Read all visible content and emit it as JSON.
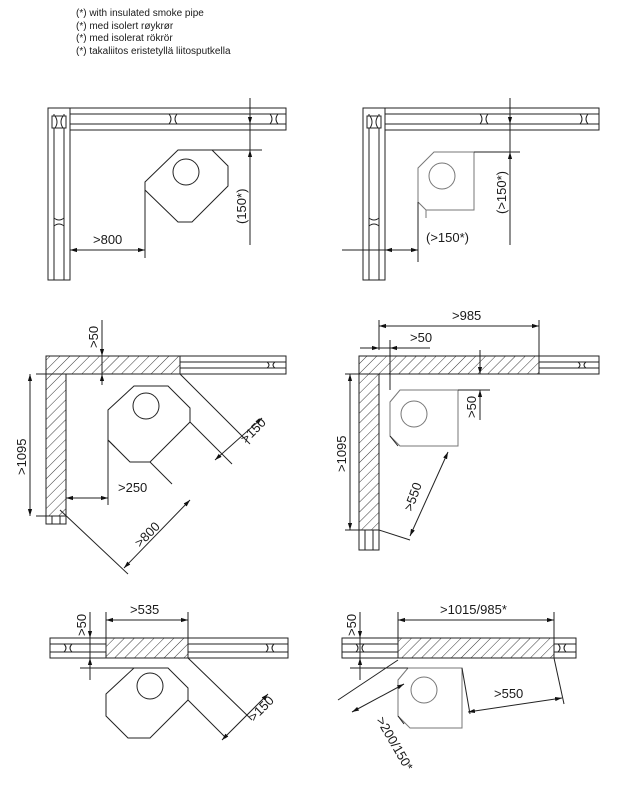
{
  "notes": [
    "(*) with insulated smoke pipe",
    "(*) med isolert røykrør",
    "(*) med isolerat rökrör",
    "(*) takaliitos eristetyllä liitosputkella"
  ],
  "diagram1": {
    "d_side": ">800",
    "d_back": "(150*)"
  },
  "diagram2": {
    "d_side": "(>150*)",
    "d_back": "(>150*)"
  },
  "diagram3": {
    "d_top": ">50",
    "d_height": ">1095",
    "d_diag_small": ">150",
    "d_side": ">250",
    "d_diag_large": ">800"
  },
  "diagram4": {
    "d_width": ">985",
    "d_top": ">50",
    "d_back": ">50",
    "d_height": ">1095",
    "d_diag": ">550"
  },
  "diagram5": {
    "d_top": ">50",
    "d_width": ">535",
    "d_diag": ">150"
  },
  "diagram6": {
    "d_top": ">50",
    "d_width": ">1015/985*",
    "d_diag": ">550",
    "d_diag_front": ">200/150*"
  }
}
